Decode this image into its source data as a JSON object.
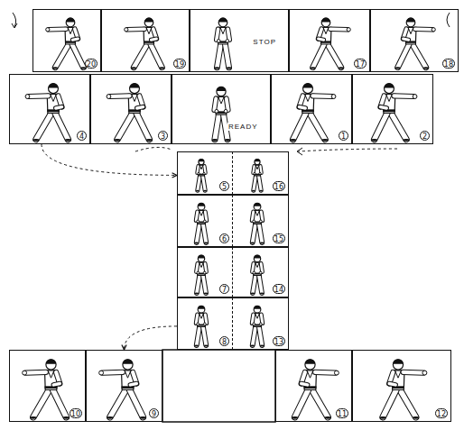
{
  "diagram": {
    "nodes": [
      {
        "text": [
          "20"
        ]
      },
      {
        "text": [
          "19"
        ]
      },
      {
        "text": [
          "STOP"
        ]
      },
      {
        "text": [
          "17"
        ]
      },
      {
        "text": [
          "18"
        ]
      },
      {
        "text": [
          "4"
        ]
      },
      {
        "text": [
          "3"
        ]
      },
      {
        "text": [
          "READY"
        ]
      },
      {
        "text": [
          "1"
        ]
      },
      {
        "text": [
          "2"
        ]
      },
      {
        "text": [
          "5"
        ]
      },
      {
        "text": [
          "16"
        ]
      },
      {
        "text": [
          "6"
        ]
      },
      {
        "text": [
          "15"
        ]
      },
      {
        "text": [
          "7"
        ]
      },
      {
        "text": [
          "14"
        ]
      },
      {
        "text": [
          "8"
        ]
      },
      {
        "text": [
          "13"
        ]
      },
      {
        "text": [
          "10"
        ]
      },
      {
        "text": [
          "9"
        ]
      },
      {
        "text": [
          "11"
        ]
      },
      {
        "text": [
          "12"
        ]
      }
    ],
    "edges": [
      {
        "from": 5,
        "to": 10,
        "arrow": "to"
      },
      {
        "from": 16,
        "to": 19,
        "arrow": "to"
      }
    ]
  }
}
